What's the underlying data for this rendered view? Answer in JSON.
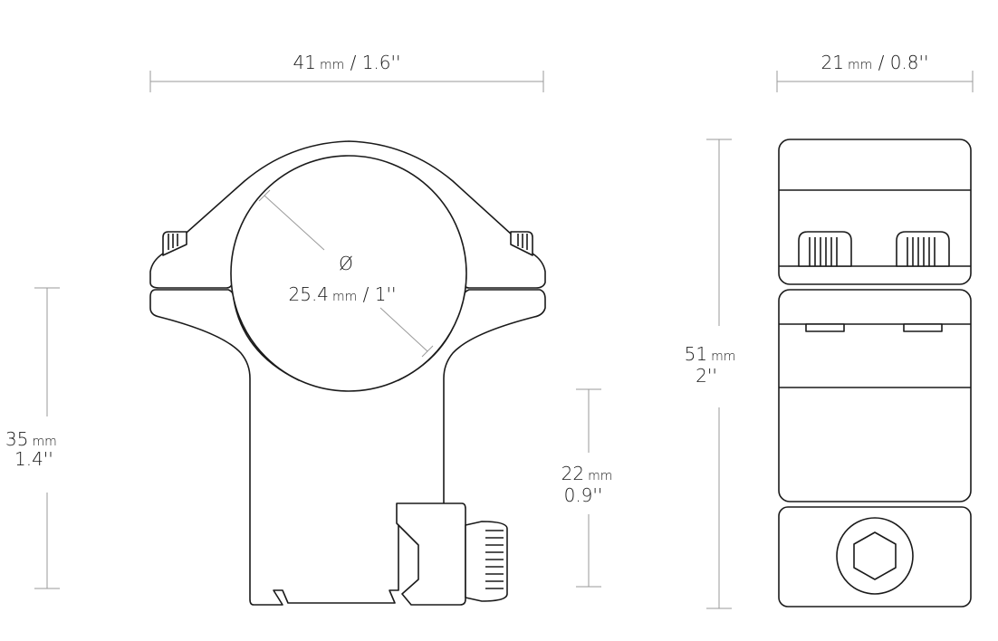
{
  "dimensions": {
    "width": {
      "value": "41",
      "unit": "mm",
      "imperial": " / 1.6''"
    },
    "depth": {
      "value": "21",
      "unit": "mm",
      "imperial": " / 0.8''"
    },
    "tube_symbol": "Ø",
    "tube": {
      "value": "25.4",
      "unit": "mm",
      "imperial": " / 1''"
    },
    "height": {
      "value": "35",
      "unit": "mm",
      "imperial": "1.4''"
    },
    "rail_height": {
      "value": "22",
      "unit": "mm",
      "imperial": "0.9''"
    },
    "total_height": {
      "value": "51",
      "unit": "mm",
      "imperial": "2''"
    }
  },
  "colors": {
    "line": "#1a1a1a",
    "dimension_line": "#9a9a9a",
    "background": "#ffffff"
  }
}
